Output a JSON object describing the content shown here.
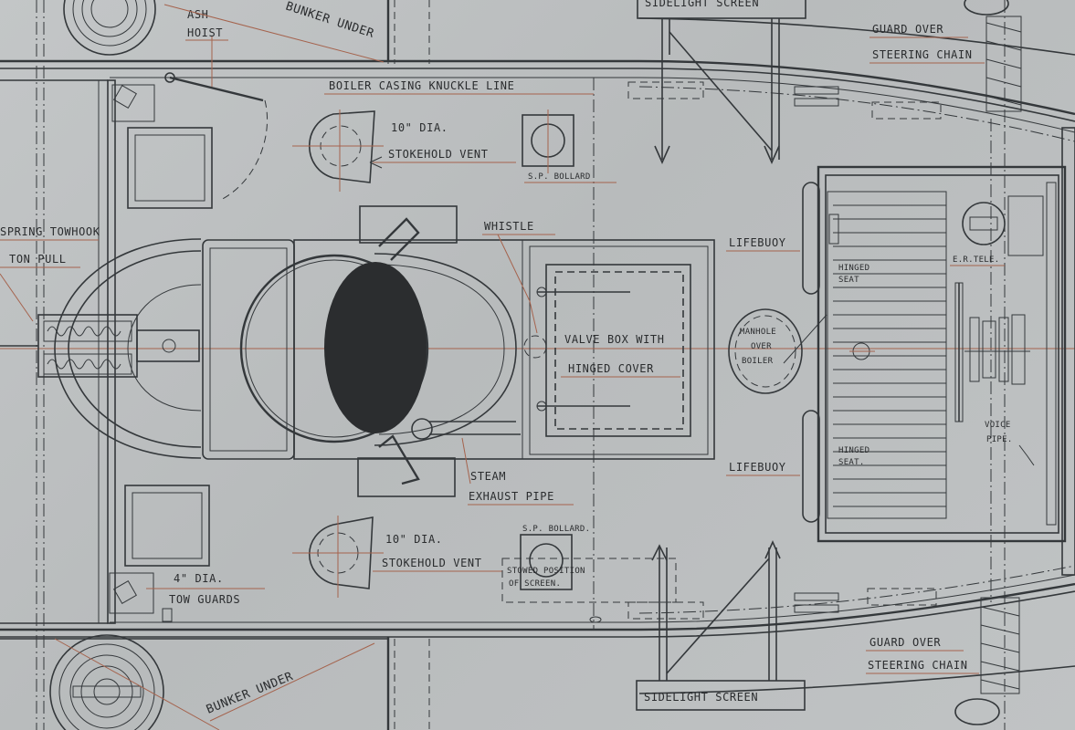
{
  "labels": {
    "ash_hoist_1": "ASH",
    "ash_hoist_2": "HOIST",
    "bunker_under_top": "BUNKER UNDER",
    "bunker_under_bottom": "BUNKER UNDER",
    "sidelight_screen_top": "SIDELIGHT SCREEN",
    "sidelight_screen_bottom": "SIDELIGHT SCREEN",
    "guard_steering_top_1": "GUARD OVER",
    "guard_steering_top_2": "STEERING CHAIN",
    "guard_steering_bottom_1": "GUARD OVER",
    "guard_steering_bottom_2": "STEERING CHAIN",
    "boiler_casing": "BOILER CASING KNUCKLE LINE",
    "vent_top_1": "10\" DIA.",
    "vent_top_2": "STOKEHOLD VENT",
    "vent_bottom_1": "10\" DIA.",
    "vent_bottom_2": "STOKEHOLD VENT",
    "sp_bollard_top": "S.P. BOLLARD",
    "sp_bollard_bottom": "S.P. BOLLARD.",
    "spring_towhook": "SPRING TOWHOOK",
    "ton_pull": "TON PULL",
    "whistle": "WHISTLE",
    "lifebuoy_top": "LIFEBUOY",
    "lifebuoy_bottom": "LIFEBUOY",
    "er_tele": "E.R.TELE.",
    "hinged_seat_top_1": "HINGED",
    "hinged_seat_top_2": "SEAT",
    "hinged_seat_bottom_1": "HINGED",
    "hinged_seat_bottom_2": "SEAT.",
    "manhole_1": "MANHOLE",
    "manhole_2": "OVER",
    "manhole_3": "BOILER",
    "valve_box_1": "VALVE BOX WITH",
    "valve_box_2": "HINGED COVER",
    "voice_pipe_1": "VOICE",
    "voice_pipe_2": "PIPE.",
    "steam_exhaust_1": "STEAM",
    "steam_exhaust_2": "EXHAUST PIPE",
    "stowed_1": "STOWED POSITION",
    "stowed_2": "OF SCREEN.",
    "tow_guards_1": "4\" DIA.",
    "tow_guards_2": "TOW GUARDS"
  },
  "colors": {
    "paper": "#bec1c2",
    "ink": "#34383b",
    "leader": "#a5634d",
    "boiler_fill": "#2b2d2f"
  }
}
